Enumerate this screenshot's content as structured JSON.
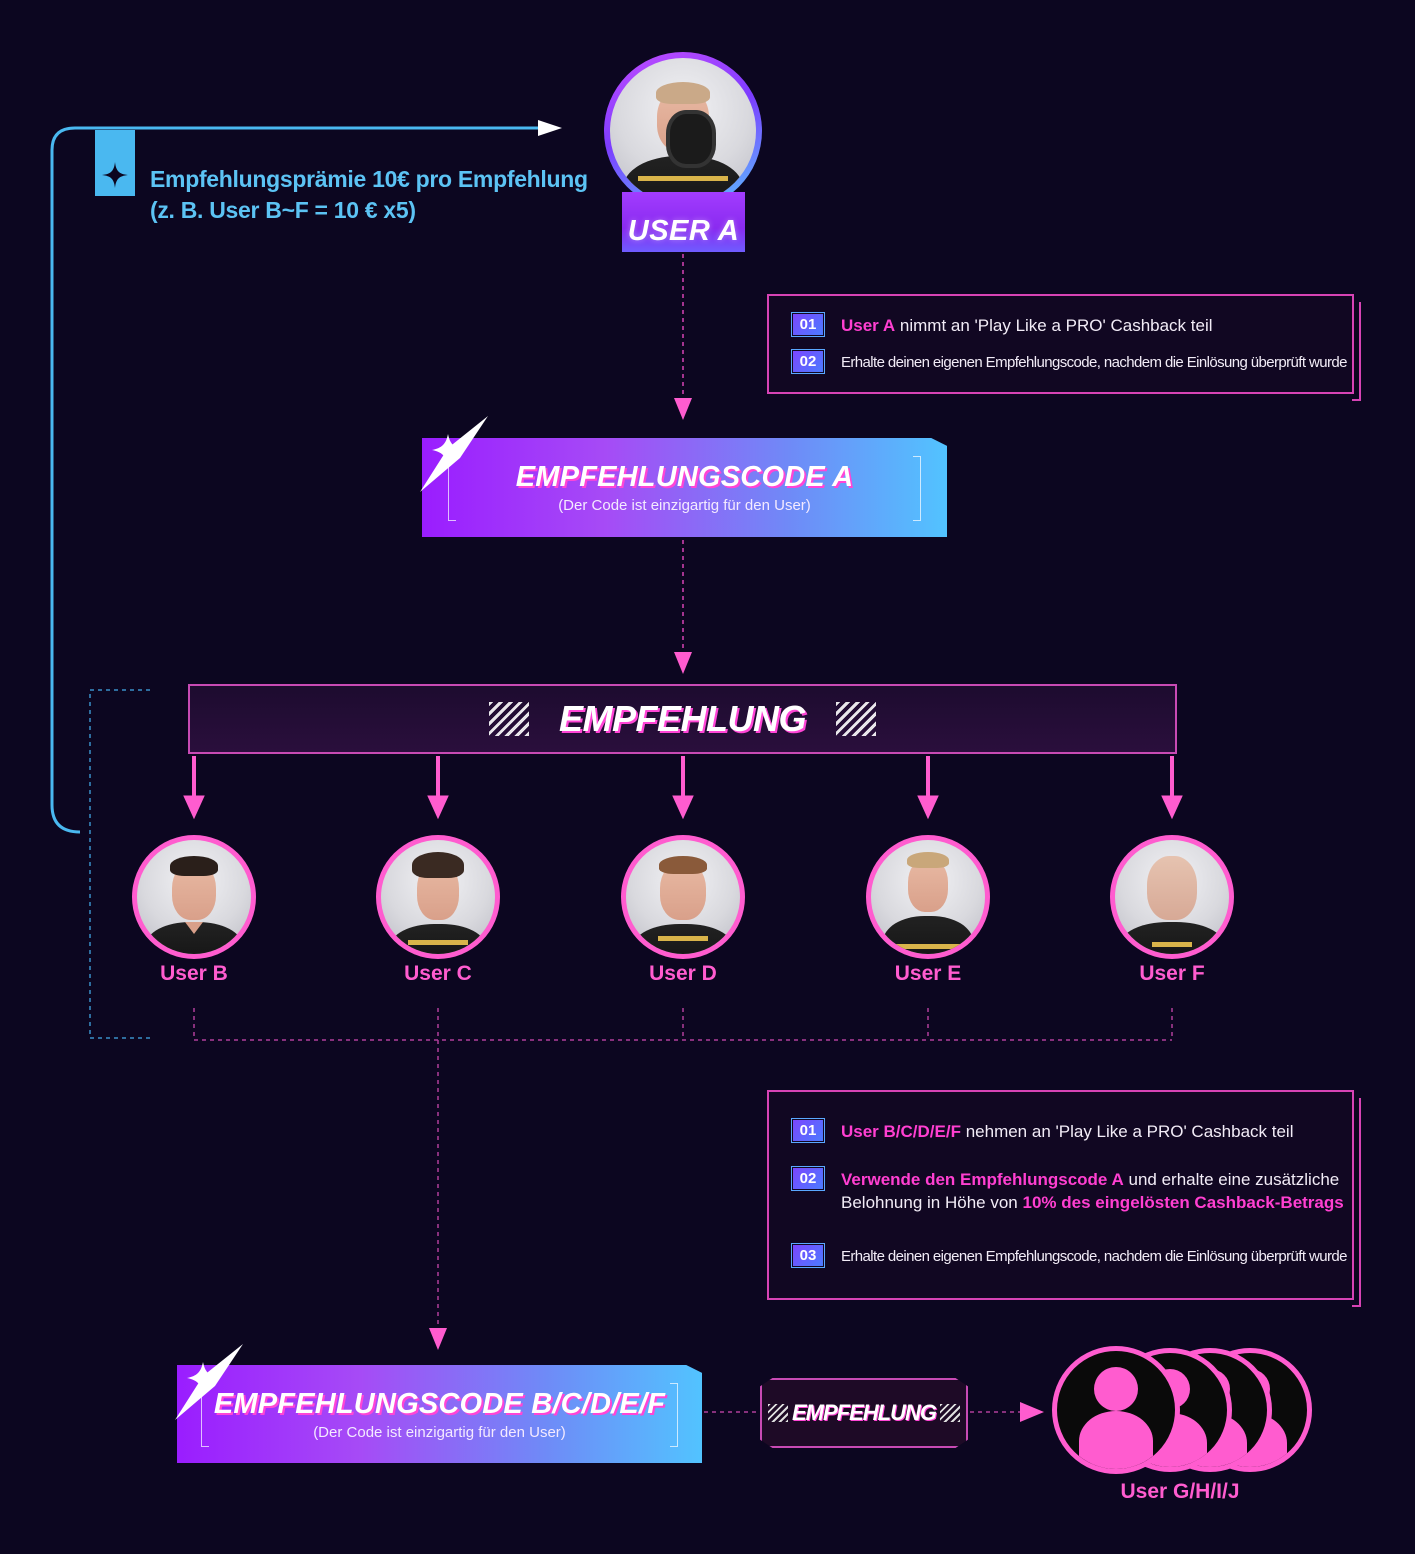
{
  "reward": {
    "line1": "Empfehlungsprämie 10€ pro Empfehlung",
    "line2": "(z. B. User B~F = 10 € x5)"
  },
  "user_a": {
    "label": "USER A"
  },
  "steps_a": [
    {
      "num": "01",
      "highlight": "User A",
      "text": " nimmt an 'Play Like a PRO' Cashback teil"
    },
    {
      "num": "02",
      "text": "Erhalte deinen eigenen Empfehlungscode, nachdem die Einlösung überprüft wurde"
    }
  ],
  "code_a": {
    "title": "EMPFEHLUNGSCODE A",
    "subtitle": "(Der Code ist einzigartig für den User)"
  },
  "banner": {
    "title": "EMPFEHLUNG"
  },
  "users": [
    "User B",
    "User C",
    "User D",
    "User E",
    "User F"
  ],
  "steps_b": [
    {
      "num": "01",
      "highlight": "User B/C/D/E/F",
      "text": " nehmen an 'Play Like a PRO' Cashback teil"
    },
    {
      "num": "02",
      "highlight": "Verwende den Empfehlungscode A",
      "text": " und erhalte eine zusätzliche",
      "line2_pre": "Belohnung in Höhe von ",
      "line2_highlight": "10% des eingelösten Cashback-Betrags"
    },
    {
      "num": "03",
      "text": "Erhalte deinen eigenen Empfehlungscode, nachdem die Einlösung überprüft wurde"
    }
  ],
  "code_b": {
    "title": "EMPFEHLUNGSCODE B/C/D/E/F",
    "subtitle": "(Der Code ist einzigartig für den User)"
  },
  "mini_banner": {
    "title": "EMPFEHLUNG"
  },
  "group": {
    "label": "User G/H/I/J"
  },
  "colors": {
    "accent_pink": "#ff5ccf",
    "accent_blue": "#4ab8f0",
    "background": "#0c0620"
  }
}
